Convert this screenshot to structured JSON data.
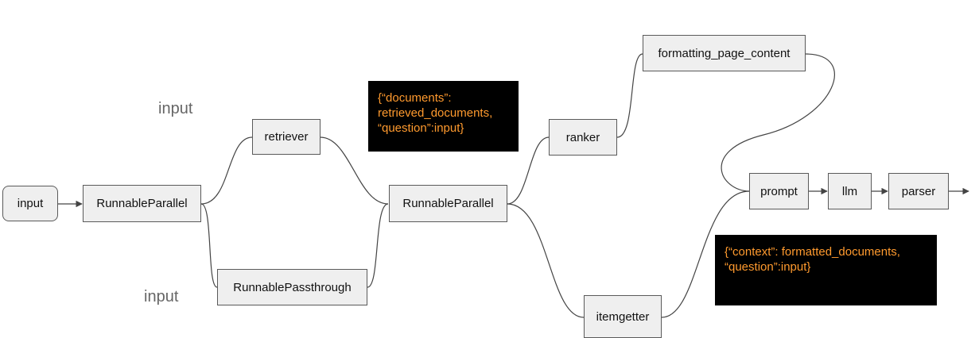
{
  "colors": {
    "node_fill": "#efefef",
    "node_border": "#5a5a5a",
    "edge": "#444444",
    "code_bg": "#000000",
    "code_text": "#ff9a2e",
    "free_label": "#666666"
  },
  "nodes": {
    "input": "input",
    "runnable_parallel_1": "RunnableParallel",
    "retriever": "retriever",
    "runnable_passthrough": "RunnablePassthrough",
    "runnable_parallel_2": "RunnableParallel",
    "ranker": "ranker",
    "formatting_page_content": "formatting_page_content",
    "itemgetter": "itemgetter",
    "prompt": "prompt",
    "llm": "llm",
    "parser": "parser"
  },
  "labels": {
    "input_top": "input",
    "input_bottom": "input"
  },
  "annotations": {
    "documents_mapping": "{“documents”:\nretrieved_documents,\n“question”:input}",
    "context_mapping": "{“context”: formatted_documents,\n“question”:input}"
  }
}
